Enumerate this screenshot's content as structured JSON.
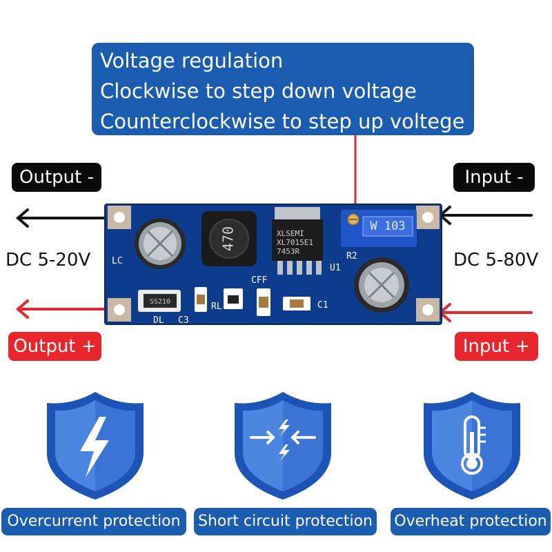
{
  "callout": {
    "lines": [
      "Voltage regulation",
      "Clockwise to step down voltage",
      "Counterclockwise to step up voltege"
    ]
  },
  "labels": {
    "output_minus": "Output -",
    "output_plus": "Output +",
    "input_minus": "Input -",
    "input_plus": "Input +",
    "output_range": "DC 5-20V",
    "input_range": "DC 5-80V"
  },
  "board": {
    "inductor_marking": "470",
    "ic_marking": [
      "XLSEMI",
      "XL7015E1",
      "7453R"
    ],
    "pot_marking": "W 103",
    "diode_marking": "SS210",
    "silkscreen": [
      "LC",
      "DL",
      "C3",
      "RL",
      "CFF",
      "C1",
      "U1",
      "R2"
    ]
  },
  "features": [
    {
      "label": "Overcurrent protection",
      "icon": "lightning-icon"
    },
    {
      "label": "Short circuit protection",
      "icon": "short-circuit-icon"
    },
    {
      "label": "Overheat protection",
      "icon": "thermometer-icon"
    }
  ],
  "colors": {
    "callout_blue": "#1a5cb0",
    "board_blue": "#0d3c8c",
    "label_red": "#e8262b",
    "label_black": "#0a0a0a",
    "shield_blue": "#2e6fd0"
  }
}
